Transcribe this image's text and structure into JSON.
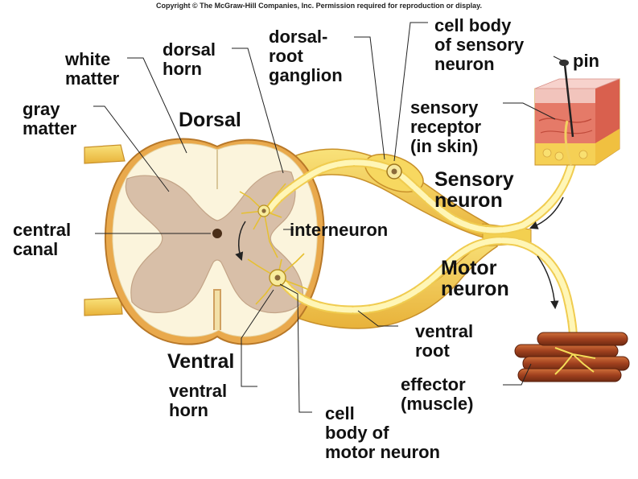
{
  "copyright": "Copyright © The McGraw-Hill Companies, Inc. Permission required for reproduction or display.",
  "labels": {
    "white_matter": "white\nmatter",
    "dorsal_horn": "dorsal\nhorn",
    "dorsal_root_ganglion": "dorsal-\nroot\nganglion",
    "cell_body_sensory": "cell body\nof sensory\nneuron",
    "pin": "pin",
    "gray_matter": "gray\nmatter",
    "dorsal": "Dorsal",
    "sensory_receptor": "sensory\nreceptor\n(in skin)",
    "sensory_neuron": "Sensory\nneuron",
    "central_canal": "central\ncanal",
    "interneuron": "interneuron",
    "motor_neuron": "Motor\nneuron",
    "ventral_root": "ventral\nroot",
    "ventral": "Ventral",
    "ventral_horn": "ventral\nhorn",
    "effector": "effector\n(muscle)",
    "cell_body_motor": "cell\nbody of\nmotor neuron"
  },
  "colors": {
    "gray_matter": "#d8bfa8",
    "white_matter": "#fbf4dc",
    "cord_edge": "#e8a84a",
    "nerve": "#f6d85a",
    "axon": "#fff6b0",
    "muscle": "#b4522a",
    "skin_top": "#f2c7c0",
    "skin_mid": "#e07060",
    "fat": "#f5d060"
  }
}
